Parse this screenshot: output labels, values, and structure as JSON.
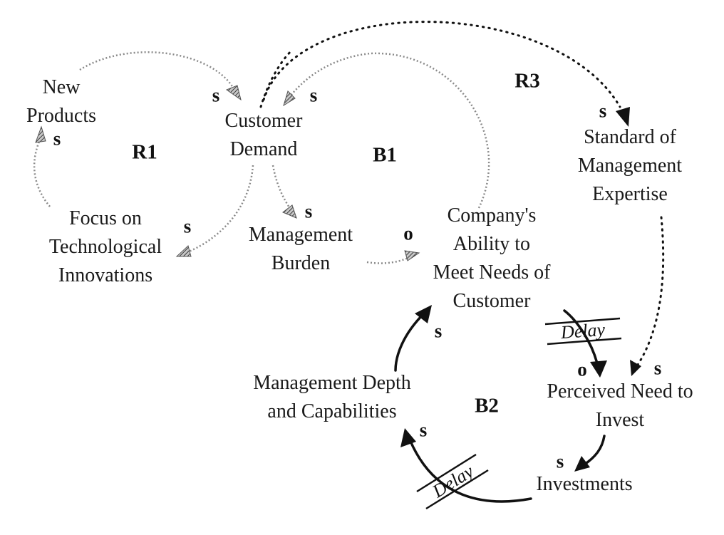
{
  "nodes": {
    "new_products": [
      "New",
      "Products"
    ],
    "customer_demand": [
      "Customer",
      "Demand"
    ],
    "focus_tech": [
      "Focus on",
      "Technological",
      "Innovations"
    ],
    "management_burden": [
      "Management",
      "Burden"
    ],
    "company_ability": [
      "Company's",
      "Ability to",
      "Meet Needs of",
      "Customer"
    ],
    "standard_expertise": [
      "Standard of",
      "Management",
      "Expertise"
    ],
    "management_depth": [
      "Management Depth",
      "and Capabilities"
    ],
    "perceived_need": [
      "Perceived Need to",
      "Invest"
    ],
    "investments": [
      "Investments"
    ]
  },
  "loops": {
    "r1": "R1",
    "r3": "R3",
    "b1": "B1",
    "b2": "B2"
  },
  "polarity": {
    "s": "s",
    "o": "o"
  },
  "delay_label": "Delay",
  "colors": {
    "ink": "#111111",
    "hatched": "#8a8a8a"
  }
}
